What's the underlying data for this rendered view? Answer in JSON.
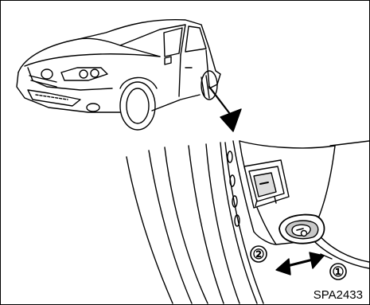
{
  "figure": {
    "code": "SPA2433",
    "callout_1": "①",
    "callout_2": "②"
  },
  "icons": {
    "vehicle": "suv-side-view-icon",
    "pointer": "pointer-arrow-icon",
    "move": "double-arrow-icon",
    "lock": "child-lock-lever-icon",
    "latch": "door-striker-icon"
  }
}
